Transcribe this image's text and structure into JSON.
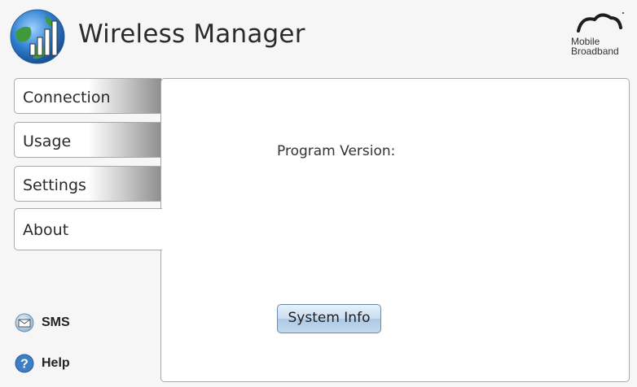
{
  "app": {
    "title": "Wireless Manager",
    "logo_icon": "signal-globe-icon"
  },
  "brand": {
    "line1": "Mobile",
    "line2": "Broadband",
    "icon": "cloud-icon"
  },
  "tabs": [
    {
      "label": "Connection",
      "active": false
    },
    {
      "label": "Usage",
      "active": false
    },
    {
      "label": "Settings",
      "active": false
    },
    {
      "label": "About",
      "active": true
    }
  ],
  "about": {
    "version_label": "Program Version:",
    "system_info_button": "System Info"
  },
  "side_links": {
    "sms": {
      "label": "SMS",
      "icon": "envelope-icon"
    },
    "help": {
      "label": "Help",
      "icon": "question-icon"
    }
  },
  "colors": {
    "accent_blue": "#3d7fc4",
    "logo_green": "#3e9a3a",
    "button_blue": "#c3d9ee"
  }
}
